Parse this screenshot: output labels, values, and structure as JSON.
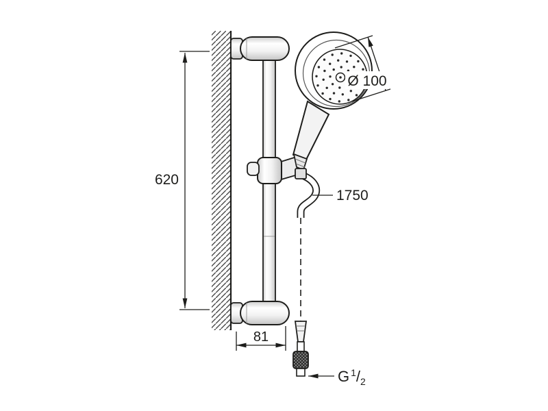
{
  "colors": {
    "line": "#1d1d1b",
    "background": "#ffffff"
  },
  "dimensions": {
    "rail_height": "620",
    "head_diameter": "Ø 100",
    "hose_length": "1750",
    "wall_offset": "81",
    "thread": {
      "prefix": "G",
      "sup": "1",
      "slash": "/",
      "sub": "2"
    }
  }
}
